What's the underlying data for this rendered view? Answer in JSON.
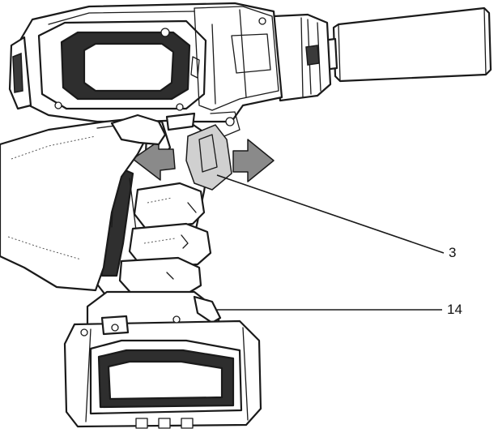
{
  "callouts": [
    {
      "id": "3",
      "label": "3"
    },
    {
      "id": "14",
      "label": "14"
    }
  ],
  "colors": {
    "outline": "#1a1a1a",
    "arrow_fill": "#8a8a8a",
    "trigger_fill": "#b0b0b0"
  }
}
